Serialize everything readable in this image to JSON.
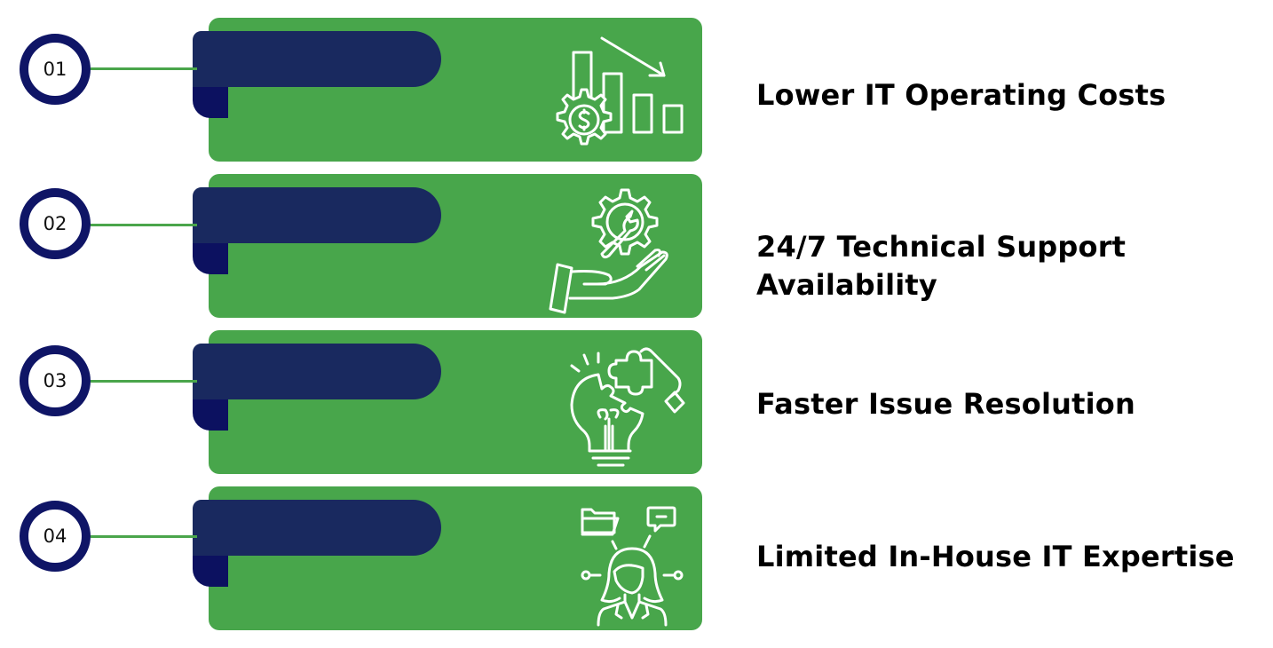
{
  "colors": {
    "card_green": "#48a64b",
    "tab_navy": "#19295f",
    "circle_navy": "#0f1566",
    "connector_green": "#4aa54b",
    "text": "#000000"
  },
  "items": [
    {
      "number": "01",
      "title_line1": "Lower IT Operating Costs",
      "title_line2": "",
      "icon": "cost-reduction-gear-dollar-chart-icon"
    },
    {
      "number": "02",
      "title_line1": "24/7 Technical Support",
      "title_line2": "Availability",
      "icon": "hand-gear-wrench-support-icon"
    },
    {
      "number": "03",
      "title_line1": "Faster Issue Resolution",
      "title_line2": "",
      "icon": "lightbulb-puzzle-hand-icon"
    },
    {
      "number": "04",
      "title_line1": "Limited In-House IT Expertise",
      "title_line2": "",
      "icon": "person-folder-chat-network-icon"
    }
  ]
}
